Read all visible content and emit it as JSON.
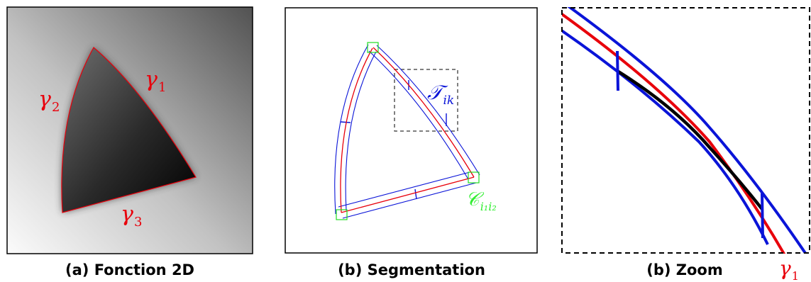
{
  "panels": {
    "a": {
      "caption": "(a) Fonction 2D",
      "labels": {
        "gamma1": "γ",
        "gamma1_sub": "1",
        "gamma2": "γ",
        "gamma2_sub": "2",
        "gamma3": "γ",
        "gamma3_sub": "3"
      }
    },
    "b": {
      "caption": "(b) Segmentation",
      "labels": {
        "tube": "𝒯",
        "tube_sub": "ik",
        "corner": "𝒞",
        "corner_sub": "i₁i₂"
      }
    },
    "c": {
      "caption": "(b) Zoom",
      "labels": {
        "gamma": "γ",
        "gamma_sub": "1"
      }
    }
  },
  "colors": {
    "curve": "#e8000b",
    "tube": "#0a14d8",
    "corner_box": "#22dd22",
    "corner_label": "#33ee33",
    "zoom_center": "#000000",
    "frame": "#000000"
  }
}
